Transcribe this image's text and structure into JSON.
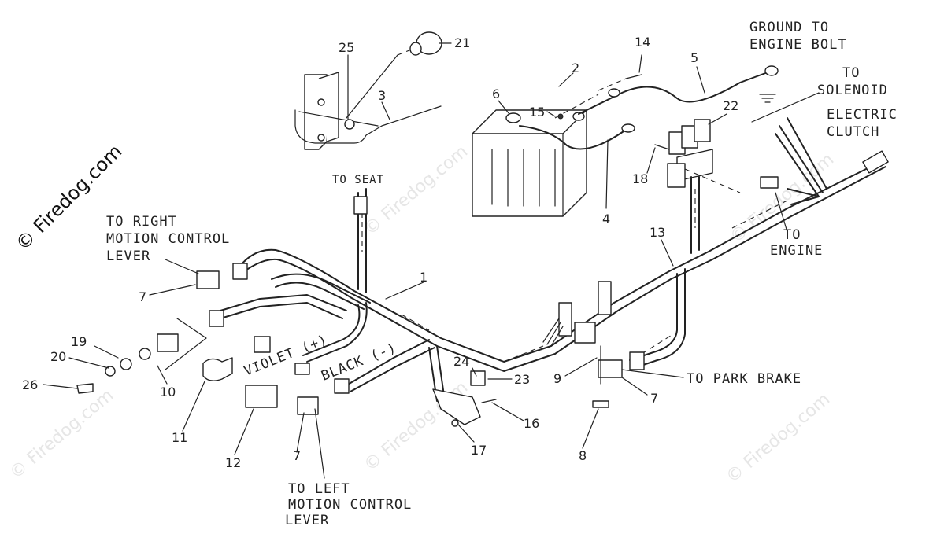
{
  "copyright": "© Firedog.com",
  "watermark": "© Firedog.com",
  "labels": {
    "ground_l1": "GROUND TO",
    "ground_l2": "ENGINE BOLT",
    "sol_l1": "TO",
    "sol_l2": "SOLENOID",
    "clutch_l1": "ELECTRIC",
    "clutch_l2": "CLUTCH",
    "seat": "TO SEAT",
    "right_l1": "TO RIGHT",
    "right_l2": "MOTION CONTROL",
    "right_l3": "LEVER",
    "engine_l1": "TO",
    "engine_l2": "ENGINE",
    "violet": "VIOLET (+)",
    "black": "BLACK (-)",
    "park": "TO PARK BRAKE",
    "left_l1": "TO LEFT",
    "left_l2": "MOTION CONTROL",
    "left_l3": "LEVER"
  },
  "callouts": {
    "n1": "1",
    "n2": "2",
    "n3": "3",
    "n4": "4",
    "n5": "5",
    "n6": "6",
    "n7a": "7",
    "n7b": "7",
    "n7c": "7",
    "n8": "8",
    "n9": "9",
    "n10": "10",
    "n11": "11",
    "n12": "12",
    "n13": "13",
    "n14": "14",
    "n15": "15",
    "n16": "16",
    "n17": "17",
    "n18": "18",
    "n19": "19",
    "n20": "20",
    "n21": "21",
    "n22": "22",
    "n23": "23",
    "n24": "24",
    "n25": "25",
    "n26": "26"
  }
}
